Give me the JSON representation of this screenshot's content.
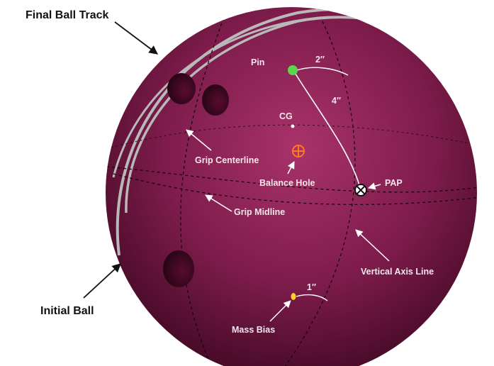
{
  "labels": {
    "final_ball_track": "Final Ball Track",
    "initial_ball": "Initial Ball",
    "pin": "Pin",
    "cg": "CG",
    "grip_centerline": "Grip Centerline",
    "balance_hole": "Balance Hole",
    "pap": "PAP",
    "grip_midline": "Grip Midline",
    "vertical_axis_line": "Vertical Axis Line",
    "mass_bias": "Mass Bias",
    "dim_pin_2in": "2″",
    "dim_pin_pap_4in": "4″",
    "dim_mass_bias_1in": "1″"
  },
  "colors": {
    "ball_light": "#a8336a",
    "ball_mid": "#7e1c4b",
    "ball_dark": "#3f0822",
    "track": "#b9b9b9",
    "pin": "#5cd64a",
    "balance_hole": "#ff7a1f",
    "mass_bias": "#ffd21f",
    "label_on_ball": "#f4e6ec",
    "arrow_on_ball": "#ffffff",
    "arrow_outside": "#111111"
  }
}
